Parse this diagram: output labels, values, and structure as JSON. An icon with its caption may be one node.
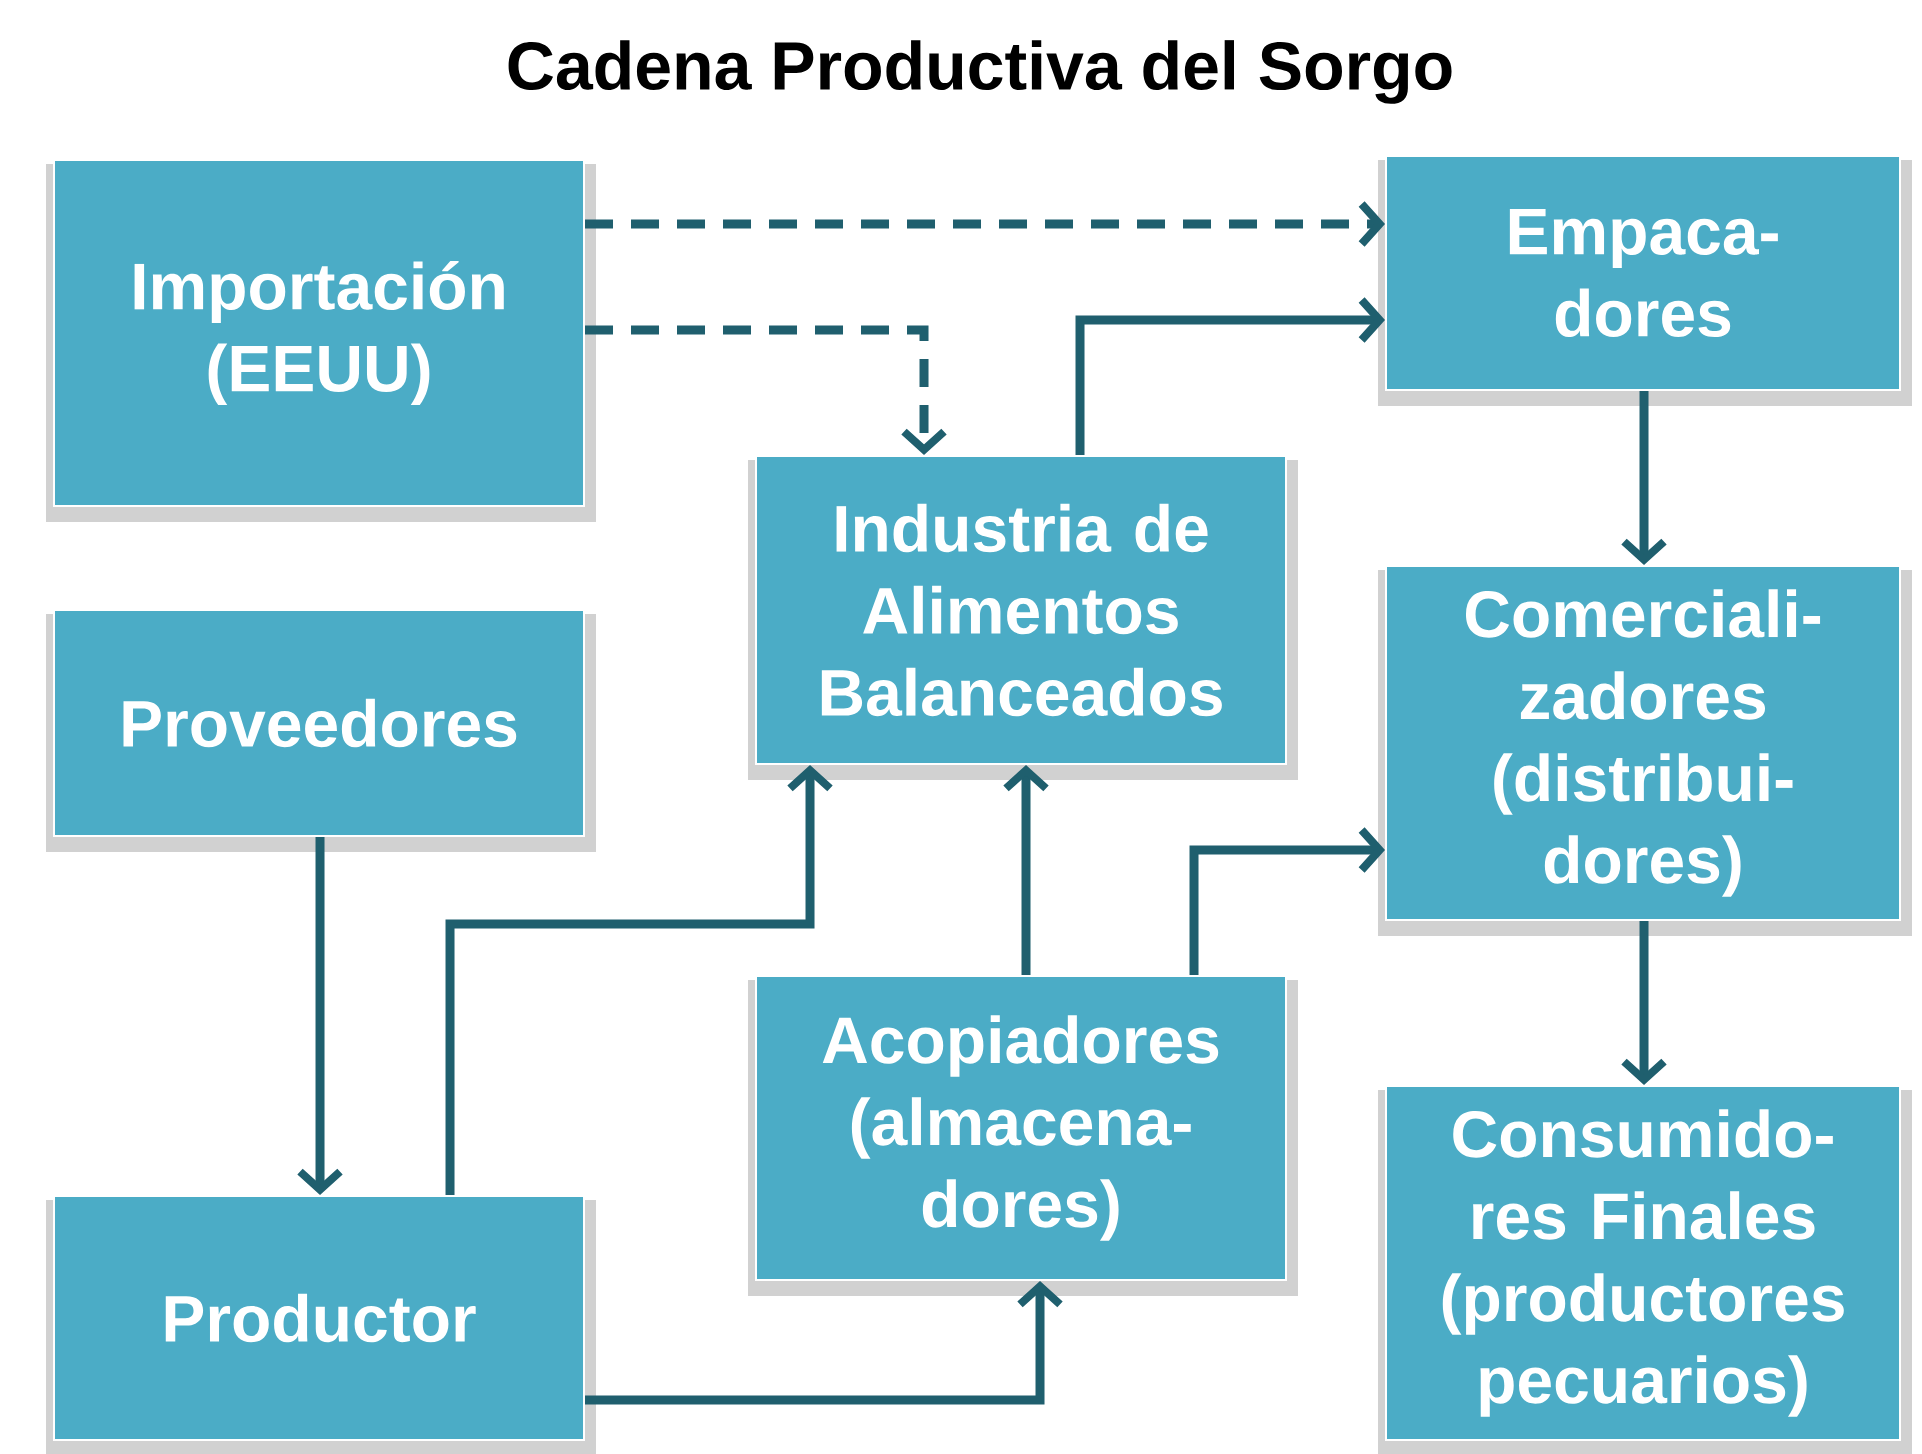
{
  "diagram": {
    "title": "Cadena Productiva del Sorgo",
    "nodes": [
      {
        "text": [
          "Importación (EEUU)"
        ]
      },
      {
        "text": [
          "Empaca- dores"
        ]
      },
      {
        "text": [
          "Industria de Alimentos Balanceados"
        ]
      },
      {
        "text": [
          "Proveedores"
        ]
      },
      {
        "text": [
          "Comerciali- zadores (distribui- dores)"
        ]
      },
      {
        "text": [
          "Acopiadores (almacena- dores)"
        ]
      },
      {
        "text": [
          "Productor"
        ]
      },
      {
        "text": [
          "Consumido- res Finales (productores pecuarios)"
        ]
      }
    ],
    "edges": [
      {
        "from": 0,
        "to": 1,
        "arrow": "to",
        "style": "dashed"
      },
      {
        "from": 0,
        "to": 2,
        "arrow": "to",
        "style": "dashed"
      },
      {
        "from": 2,
        "to": 1,
        "arrow": "to"
      },
      {
        "from": 1,
        "to": 4,
        "arrow": "to"
      },
      {
        "from": 3,
        "to": 6,
        "arrow": "to"
      },
      {
        "from": 6,
        "to": 2,
        "arrow": "to"
      },
      {
        "from": 5,
        "to": 2,
        "arrow": "to"
      },
      {
        "from": 5,
        "to": 4,
        "arrow": "to"
      },
      {
        "from": 4,
        "to": 7,
        "arrow": "to"
      },
      {
        "from": 6,
        "to": 5,
        "arrow": "to"
      }
    ]
  }
}
